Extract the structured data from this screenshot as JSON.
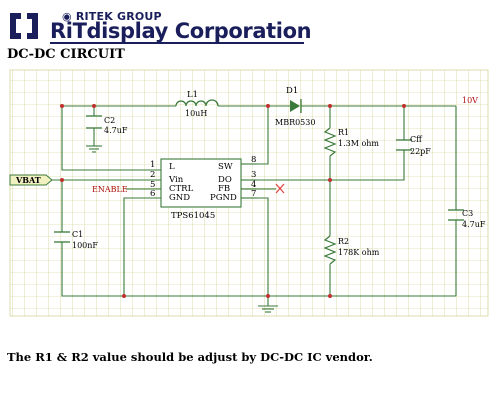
{
  "header": {
    "brand_group": "RITEK GROUP",
    "brand_name": "RiTdisplay Corporation",
    "logo_icon": "ritek-logo-icon",
    "colors": {
      "brand": "#1a1f5c"
    }
  },
  "title": "DC-DC CIRCUIT",
  "schematic": {
    "colors": {
      "grid": "#c8c878",
      "wire": "#3a7a3a",
      "text": "#000000",
      "net_label": "#b01010",
      "marker": "#e04040",
      "vbat_fill": "#f0f0c0"
    },
    "ic": {
      "name": "TPS61045",
      "left_pins": [
        {
          "num": "1",
          "label": "L"
        },
        {
          "num": "2",
          "label": "Vin"
        },
        {
          "num": "5",
          "label": "CTRL"
        },
        {
          "num": "6",
          "label": "GND"
        }
      ],
      "right_pins": [
        {
          "num": "8",
          "label": "SW"
        },
        {
          "num": "3",
          "label": "DO"
        },
        {
          "num": "4",
          "label": "FB"
        },
        {
          "num": "7",
          "label": "PGND"
        }
      ]
    },
    "components": {
      "L1": {
        "ref": "L1",
        "value": "10uH"
      },
      "D1": {
        "ref": "D1",
        "value": "MBR0530"
      },
      "C2": {
        "ref": "C2",
        "value": "4.7uF"
      },
      "C1": {
        "ref": "C1",
        "value": "100nF"
      },
      "R1": {
        "ref": "R1",
        "value": "1.3M ohm"
      },
      "R2": {
        "ref": "R2",
        "value": "178K ohm"
      },
      "Cff": {
        "ref": "Cff",
        "value": "22pF"
      },
      "C3": {
        "ref": "C3",
        "value": "4.7uF"
      }
    },
    "nets": {
      "vbat": "VBAT",
      "enable": "ENABLE",
      "vout": "10V"
    }
  },
  "footnote": "The R1 & R2 value should be adjust by DC-DC IC vendor."
}
